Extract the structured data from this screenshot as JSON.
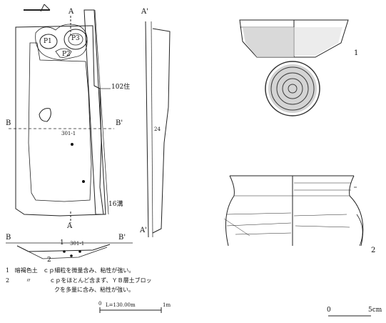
{
  "plan": {
    "labels": {
      "a_top": "A",
      "a_prime_top": "A'",
      "a_bottom": "A",
      "a_prime_bottom": "A'",
      "b_left": "B",
      "b_prime": "B'",
      "b_section_left": "B",
      "b_section_right": "B'",
      "p1": "P1",
      "p2": "P2",
      "p3": "P3",
      "dwelling_102": "102住",
      "ditch_16": "16溝",
      "find_301_1": "301-1",
      "section_find_301_1": "301-1",
      "marker_24": "24",
      "layer_1": "1",
      "layer_2": "2"
    },
    "legend": [
      {
        "num": "1",
        "soil": "暗褐色土",
        "desc": "ｃｐ細粒を微量含み、粘性が強い。"
      },
      {
        "num": "2",
        "soil": "〃",
        "desc": "ｃｐをほとんど含まず、ＹＢ層土ブロッ"
      },
      {
        "num": "",
        "soil": "",
        "desc": "クを多量に含み、粘性が強い。"
      }
    ],
    "scale": {
      "zero": "0",
      "level": "L=130.00m",
      "end": "1m"
    }
  },
  "artifacts": {
    "vessel_1": "1",
    "vessel_2": "2",
    "scale_zero": "0",
    "scale_end": "5cm"
  }
}
